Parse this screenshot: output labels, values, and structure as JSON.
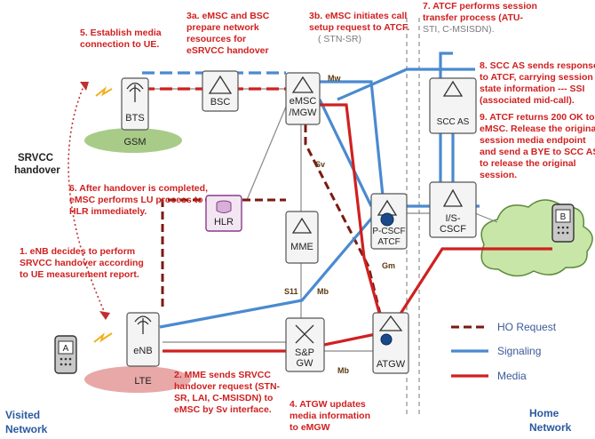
{
  "nodes": {
    "bts": "BTS",
    "gsm": "GSM",
    "bsc": "BSC",
    "emsc": "eMSC\n/MGW",
    "hlr": "HLR",
    "mme": "MME",
    "enb": "eNB",
    "lte": "LTE",
    "spgw": "S&P\nGW",
    "atgw": "ATGW",
    "pcscf": "P-CSCF\nATCF",
    "iscscf": "I/S-\nCSCF",
    "sccas": "SCC AS",
    "ue_a": "A",
    "ue_b": "B"
  },
  "interfaces": {
    "mw": "Mw",
    "sv": "Sv",
    "s11": "S11",
    "mb1": "Mb",
    "mb2": "Mb",
    "gm": "Gm"
  },
  "side_labels": {
    "srvcc": [
      "SRVCC",
      "handover"
    ],
    "visited": [
      "Visited",
      "Network"
    ],
    "home": [
      "Home",
      "Network"
    ]
  },
  "steps": {
    "s1": [
      "1. eNB decides to perform",
      "SRVCC handover according",
      "to UE measurement report."
    ],
    "s2": [
      "2. MME sends SRVCC",
      "handover request (STN-",
      "SR, LAI, C-MSISDN) to",
      "eMSC by Sv interface."
    ],
    "s3a": [
      "3a. eMSC and BSC",
      "prepare network",
      "resources for",
      "eSRVCC handover"
    ],
    "s3b": [
      "3b. eMSC initiates call",
      "setup request to ATCF.",
      "( STN-SR)"
    ],
    "s4": [
      "4. ATGW updates",
      "media information",
      "to eMGW"
    ],
    "s5": [
      "5. Establish media",
      "connection to UE."
    ],
    "s6": [
      "6. After handover is completed,",
      "eMSC performs LU process to",
      "HLR immediately."
    ],
    "s7": [
      "7. ATCF performs session",
      "transfer process (ATU-",
      "STI, C-MSISDN)."
    ],
    "s8": [
      "8. SCC AS sends  response",
      "to ATCF, carrying session",
      "state information --- SSI",
      "(associated mid-call)."
    ],
    "s9": [
      "9. ATCF returns 200 OK to",
      "eMSC. Release the original",
      "session media endpoint",
      "and send a BYE to SCC AS",
      "to release the original",
      "session."
    ]
  },
  "legend": {
    "ho": "HO Request",
    "signaling": "Signaling",
    "media": "Media"
  },
  "colors": {
    "red": "#d02020",
    "blue": "#4a8ad0",
    "darkred": "#7a1a10",
    "green": "#a8cc88",
    "pink": "#e8a8a8"
  }
}
